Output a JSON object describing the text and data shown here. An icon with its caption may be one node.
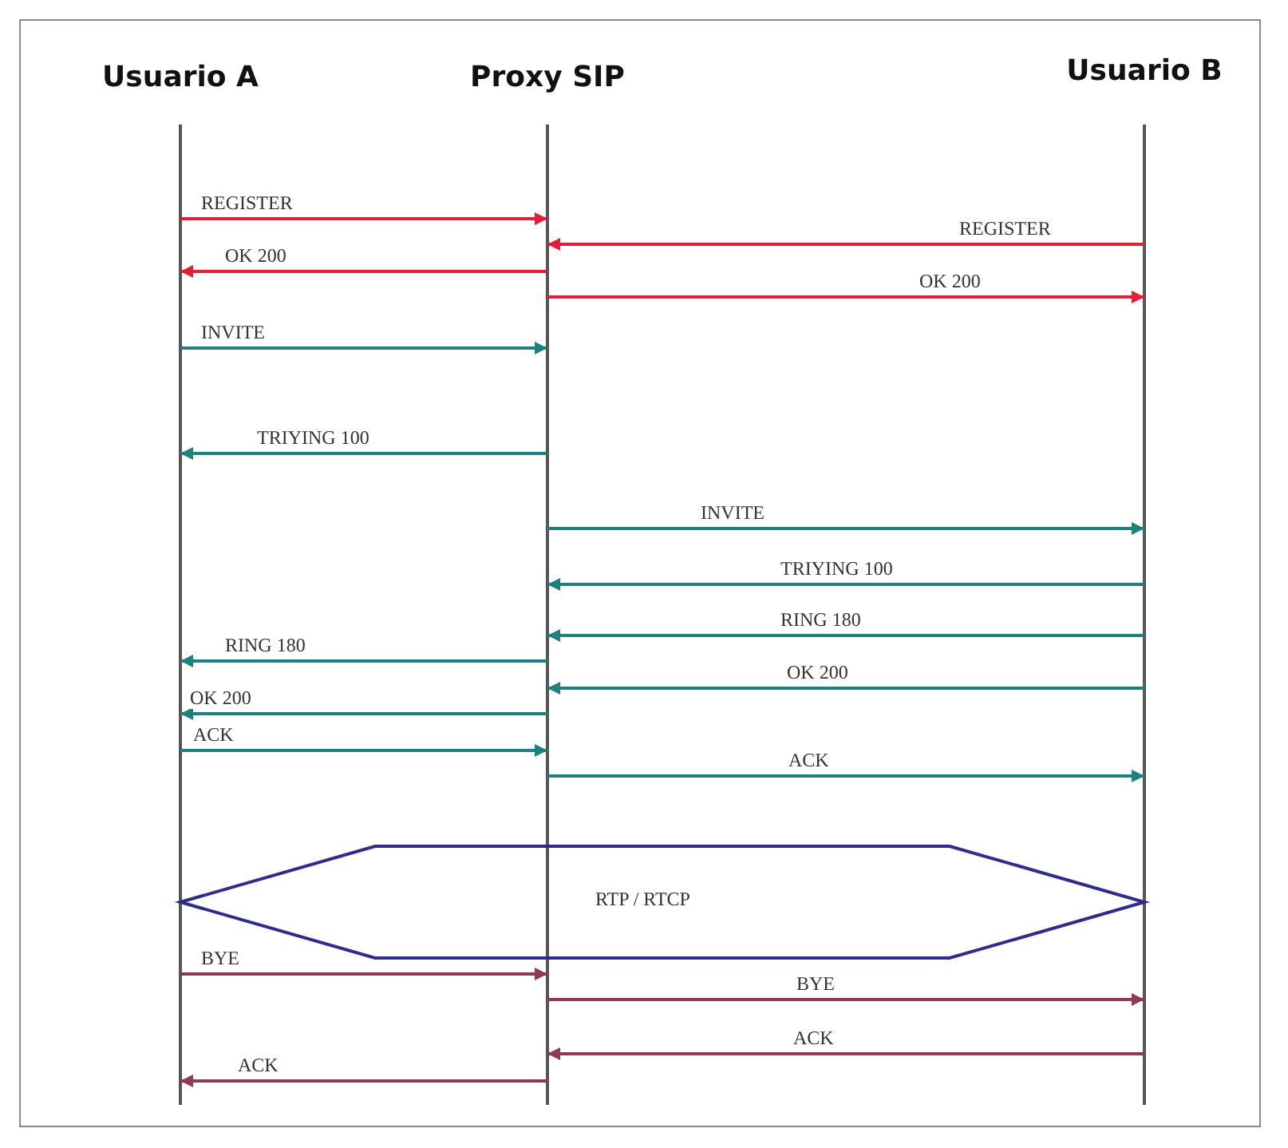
{
  "diagram": {
    "nodes": [
      {
        "text": [
          "Usuario A"
        ]
      },
      {
        "text": [
          "Proxy SIP"
        ]
      },
      {
        "text": [
          "Usuario B"
        ]
      }
    ],
    "edges": [
      {
        "from": 0,
        "to": 1,
        "arrow": "to",
        "label": "REGISTER",
        "color": "#e0203a"
      },
      {
        "from": 2,
        "to": 1,
        "arrow": "to",
        "label": "REGISTER",
        "color": "#e0203a"
      },
      {
        "from": 1,
        "to": 0,
        "arrow": "to",
        "label": "OK 200",
        "color": "#e0203a"
      },
      {
        "from": 1,
        "to": 2,
        "arrow": "to",
        "label": "OK 200",
        "color": "#e0203a"
      },
      {
        "from": 0,
        "to": 1,
        "arrow": "to",
        "label": "INVITE"
      },
      {
        "from": 1,
        "to": 0,
        "arrow": "to",
        "label": "TRIYING 100"
      },
      {
        "from": 1,
        "to": 2,
        "arrow": "to",
        "label": "INVITE"
      },
      {
        "from": 2,
        "to": 1,
        "arrow": "to",
        "label": "TRIYING 100"
      },
      {
        "from": 2,
        "to": 1,
        "arrow": "to",
        "label": "RING 180"
      },
      {
        "from": 1,
        "to": 0,
        "arrow": "to",
        "label": "RING 180"
      },
      {
        "from": 2,
        "to": 1,
        "arrow": "to",
        "label": "OK 200"
      },
      {
        "from": 1,
        "to": 0,
        "arrow": "to",
        "label": "OK 200"
      },
      {
        "from": 0,
        "to": 1,
        "arrow": "to",
        "label": "ACK"
      },
      {
        "from": 1,
        "to": 2,
        "arrow": "to",
        "label": "ACK"
      },
      {
        "from": 0,
        "to": 2,
        "arrow": "both",
        "label": "RTP / RTCP",
        "style": "thick",
        "color": "#2e2e8a"
      },
      {
        "from": 0,
        "to": 1,
        "arrow": "to",
        "label": "BYE",
        "color": "#8e3a50"
      },
      {
        "from": 1,
        "to": 2,
        "arrow": "to",
        "label": "BYE",
        "color": "#8e3a50"
      },
      {
        "from": 2,
        "to": 1,
        "arrow": "to",
        "label": "ACK",
        "color": "#8e3a50"
      },
      {
        "from": 1,
        "to": 0,
        "arrow": "to",
        "label": "ACK",
        "color": "#8e3a50"
      }
    ]
  }
}
